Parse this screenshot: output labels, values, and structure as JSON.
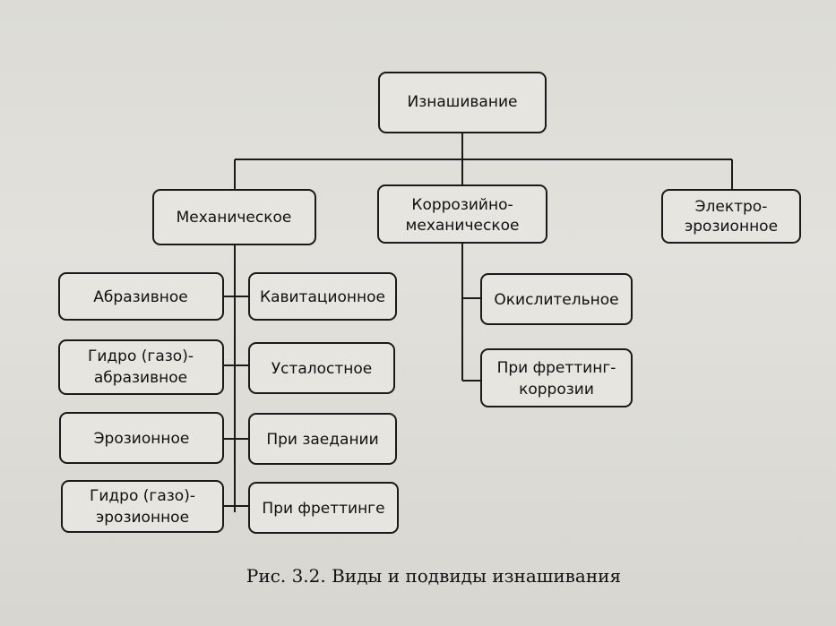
{
  "diagram": {
    "root": "Изнашивание",
    "categories": {
      "mechanical": "Механическое",
      "corrosion": [
        "Коррозийно-",
        "механическое"
      ],
      "electro": [
        "Электро-",
        "эрозионное"
      ]
    },
    "mechanical_left": {
      "abrasive": [
        "Абразивное"
      ],
      "hydro_abrasive": [
        "Гидро (газо)-",
        "абразивное"
      ],
      "erosive": [
        "Эрозионное"
      ],
      "hydro_erosive": [
        "Гидро (газо)-",
        "эрозионное"
      ]
    },
    "mechanical_right": {
      "cavitation": [
        "Кавитационное"
      ],
      "fatigue": [
        "Усталостное"
      ],
      "seizure": [
        "При заедании"
      ],
      "fretting": [
        "При фреттинге"
      ]
    },
    "corrosion_sub": {
      "oxidative": [
        "Окислительное"
      ],
      "fretting_corrosion": [
        "При фреттинг-",
        "коррозии"
      ]
    },
    "caption": "Рис. 3.2. Виды и подвиды изнашивания"
  }
}
